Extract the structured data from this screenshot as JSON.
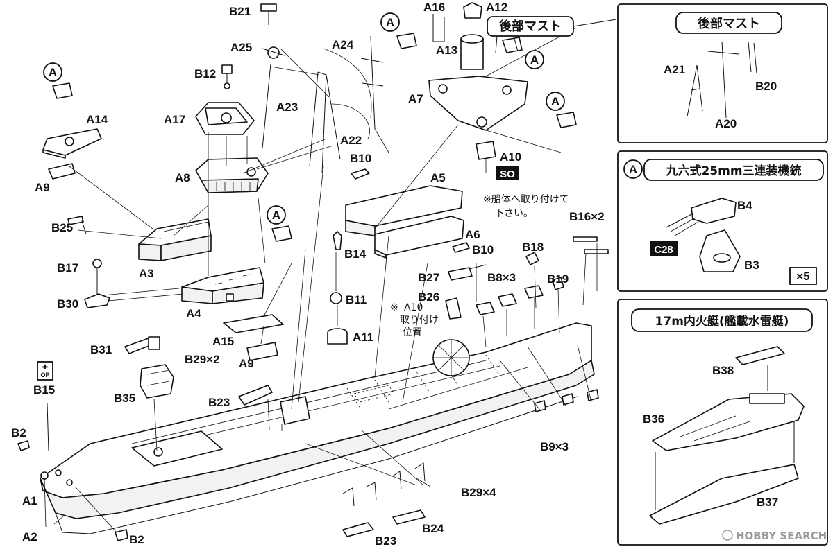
{
  "labels": {
    "B21": "B21",
    "A25": "A25",
    "A24": "A24",
    "B12": "B12",
    "A23": "A23",
    "A14": "A14",
    "A17": "A17",
    "A22": "A22",
    "A9": "A9",
    "A8": "A8",
    "B25": "B25",
    "A3": "A3",
    "B17": "B17",
    "B30": "B30",
    "A4": "A4",
    "A15": "A15",
    "A9b": "A9",
    "B31": "B31",
    "B29x2": "B29×2",
    "B35": "B35",
    "B15": "B15",
    "B23": "B23",
    "B2": "B2",
    "A1": "A1",
    "A2": "A2",
    "B2b": "B2",
    "A16": "A16",
    "A12": "A12",
    "A13": "A13",
    "A7": "A7",
    "A10": "A10",
    "B10": "B10",
    "A5": "A5",
    "A6": "A6",
    "B10b": "B10",
    "B14": "B14",
    "B11": "B11",
    "A11": "A11",
    "B27": "B27",
    "B26": "B26",
    "B8x3": "B8×3",
    "B18": "B18",
    "B19": "B19",
    "B16x2": "B16×2",
    "B9x3": "B9×3",
    "B29x4": "B29×4",
    "B24": "B24",
    "B23b": "B23",
    "A21": "A21",
    "B20": "B20",
    "A20": "A20",
    "B4": "B4",
    "C28": "C28",
    "B3": "B3",
    "x5": "×5",
    "B38": "B38",
    "B36": "B36",
    "B37": "B37"
  },
  "circle_mark": "A",
  "aft_mast_callout": "後部マスト",
  "so_mark": "SO",
  "hull_note": [
    "※船体へ取り付けて",
    "下さい。"
  ],
  "a10_note": [
    "※",
    "A10",
    "取り付け",
    "位置"
  ],
  "op_mark": "OP",
  "panels": {
    "aft_mast": {
      "title": "後部マスト"
    },
    "gun": {
      "mark": "A",
      "title": "九六式25mm三連装機銃"
    },
    "boat": {
      "title": "17m内火艇(艦載水雷艇)"
    }
  },
  "watermark": "HOBBY SEARCH"
}
